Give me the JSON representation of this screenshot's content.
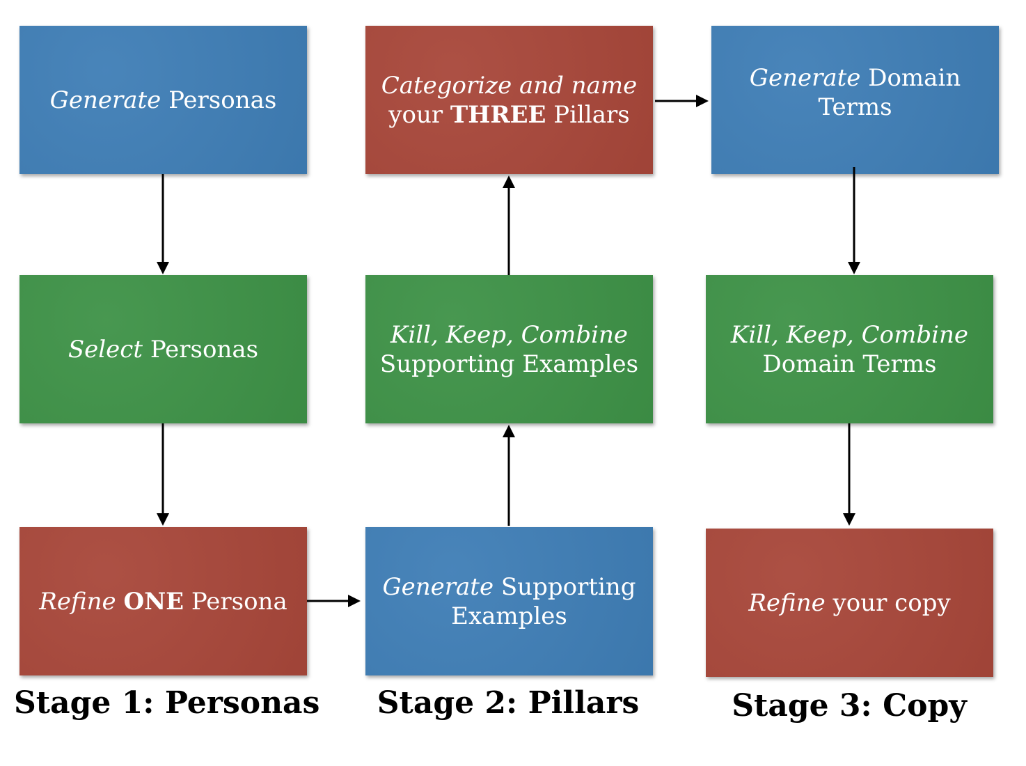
{
  "colors": {
    "generate_blue": "#3f7eb6",
    "select_green": "#3e9247",
    "refine_red": "#a8473a"
  },
  "boxes": {
    "s1_generate": {
      "italic": "Generate",
      "text": " Personas"
    },
    "s1_select": {
      "italic": "Select",
      "text": " Personas"
    },
    "s1_refine": {
      "italic": "Refine",
      "bold": "ONE",
      "text": " Persona"
    },
    "s2_categorize": {
      "italic": "Categorize and name",
      "pre": "your ",
      "bold": "THREE",
      "text": " Pillars"
    },
    "s2_kill": {
      "italic": "Kill, Keep, Combine",
      "text": "Supporting Examples"
    },
    "s2_generate": {
      "italic": "Generate",
      "text": " Supporting",
      "line2": "Examples"
    },
    "s3_generate": {
      "italic": "Generate",
      "text": " Domain",
      "line2": "Terms"
    },
    "s3_kill": {
      "italic": "Kill, Keep, Combine",
      "text": "Domain Terms"
    },
    "s3_refine": {
      "italic": "Refine",
      "text": " your copy"
    }
  },
  "stages": {
    "stage1": "Stage 1: Personas",
    "stage2": "Stage 2: Pillars",
    "stage3": "Stage 3: Copy"
  }
}
